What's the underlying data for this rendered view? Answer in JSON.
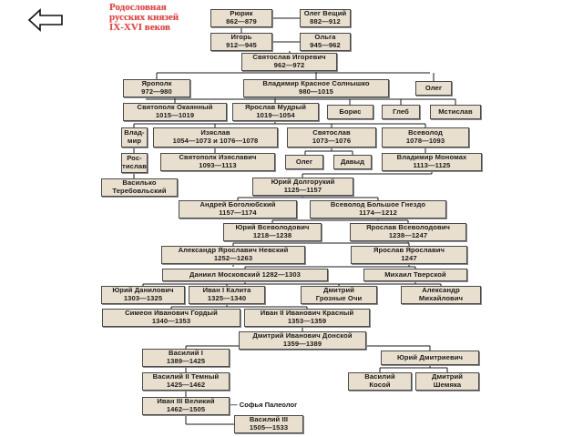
{
  "title": {
    "lines": [
      "Родословная",
      "русских князей",
      "IX-XVI веков"
    ]
  },
  "icons": {
    "back": "left-arrow-icon"
  },
  "colors": {
    "title": "#d94848",
    "box": "#e9dfcf",
    "border": "#4a4a4a"
  },
  "nodes": [
    {
      "id": "ryurik",
      "lines": [
        "Рюрик",
        "862—879"
      ]
    },
    {
      "id": "oleg-veshchiy",
      "lines": [
        "Олег Вещий",
        "882—912"
      ]
    },
    {
      "id": "igor",
      "lines": [
        "Игорь",
        "912—945"
      ]
    },
    {
      "id": "olga",
      "lines": [
        "Ольга",
        "945—962"
      ]
    },
    {
      "id": "svyatoslav-igorevich",
      "lines": [
        "Святослав Игоревич",
        "962—972"
      ]
    },
    {
      "id": "yaropolk",
      "lines": [
        "Ярополк",
        "972—980"
      ]
    },
    {
      "id": "vladimir-krasnoe-solnyshko",
      "lines": [
        "Владимир Красное Солнышко",
        "980—1015"
      ]
    },
    {
      "id": "oleg-svyatoslavich",
      "lines": [
        "Олег"
      ]
    },
    {
      "id": "svyatopolk-okayanny",
      "lines": [
        "Святополк Окаянный",
        "1015—1019"
      ]
    },
    {
      "id": "yaroslav-mudry",
      "lines": [
        "Ярослав Мудрый",
        "1019—1054"
      ]
    },
    {
      "id": "boris",
      "lines": [
        "Борис"
      ]
    },
    {
      "id": "gleb",
      "lines": [
        "Глеб"
      ]
    },
    {
      "id": "mstislav",
      "lines": [
        "Мстислав"
      ]
    },
    {
      "id": "vladimir-yaroslavich",
      "lines": [
        "Влад-",
        "мир"
      ]
    },
    {
      "id": "izyaslav",
      "lines": [
        "Изяслав",
        "1054—1073 и 1076—1078"
      ]
    },
    {
      "id": "svyatoslav-yaroslavich",
      "lines": [
        "Святослав",
        "1073—1076"
      ]
    },
    {
      "id": "vsevolod",
      "lines": [
        "Всеволод",
        "1078—1093"
      ]
    },
    {
      "id": "rostislav",
      "lines": [
        "Рос-",
        "тислав"
      ]
    },
    {
      "id": "svyatopolk-izyaslavich",
      "lines": [
        "Святополк Изяславич",
        "1093—1113"
      ]
    },
    {
      "id": "oleg-svyatoslavich-2",
      "lines": [
        "Олег"
      ]
    },
    {
      "id": "david",
      "lines": [
        "Давыд"
      ]
    },
    {
      "id": "vladimir-monomakh",
      "lines": [
        "Владимир Мономах",
        "1113—1125"
      ]
    },
    {
      "id": "vasilko",
      "lines": [
        "Василько",
        "Теребовльский"
      ]
    },
    {
      "id": "yury-dolgoruky",
      "lines": [
        "Юрий Долгорукий",
        "1125—1157"
      ]
    },
    {
      "id": "andrey-bogolyubsky",
      "lines": [
        "Андрей Боголюбский",
        "1157—1174"
      ]
    },
    {
      "id": "vsevolod-bolshoe-gnezdo",
      "lines": [
        "Всеволод Большое Гнездо",
        "1174—1212"
      ]
    },
    {
      "id": "yury-vsevolodovich",
      "lines": [
        "Юрий Всеволодович",
        "1218—1238"
      ]
    },
    {
      "id": "yaroslav-vsevolodovich",
      "lines": [
        "Ярослав Всеволодович",
        "1238—1247"
      ]
    },
    {
      "id": "aleksandr-nevsky",
      "lines": [
        "Александр Ярославич Невский",
        "1252—1263"
      ]
    },
    {
      "id": "yaroslav-yaroslavich",
      "lines": [
        "Ярослав Ярославич",
        "1247"
      ]
    },
    {
      "id": "daniil-moskovsky",
      "lines": [
        "Даниил Московский 1282—1303"
      ]
    },
    {
      "id": "mikhail-tverskoy",
      "lines": [
        "Михаил Тверской"
      ]
    },
    {
      "id": "yury-danilovich",
      "lines": [
        "Юрий Данилович",
        "1303—1325"
      ]
    },
    {
      "id": "ivan-kalita",
      "lines": [
        "Иван I Калита",
        "1325—1340"
      ]
    },
    {
      "id": "dmitry-groznye-ochi",
      "lines": [
        "Дмитрий",
        "Грозные Очи"
      ]
    },
    {
      "id": "aleksandr-mikhaylovich",
      "lines": [
        "Александр",
        "Михайлович"
      ]
    },
    {
      "id": "simeon-gordy",
      "lines": [
        "Симеон Иванович Гордый",
        "1340—1353"
      ]
    },
    {
      "id": "ivan-krasny",
      "lines": [
        "Иван II Иванович Красный",
        "1353—1359"
      ]
    },
    {
      "id": "dmitry-donskoy",
      "lines": [
        "Дмитрий Иванович Донской",
        "1359—1389"
      ]
    },
    {
      "id": "vasily-i",
      "lines": [
        "Василий I",
        "1389—1425"
      ]
    },
    {
      "id": "yury-dmitrievich",
      "lines": [
        "Юрий Дмитриевич"
      ]
    },
    {
      "id": "vasily-ii-temny",
      "lines": [
        "Василий II Темный",
        "1425—1462"
      ]
    },
    {
      "id": "vasily-kosoy",
      "lines": [
        "Василий",
        "Косой"
      ]
    },
    {
      "id": "dmitry-shemyaka",
      "lines": [
        "Дмитрий",
        "Шемяка"
      ]
    },
    {
      "id": "ivan-iii",
      "lines": [
        "Иван III Великий",
        "1462—1505"
      ]
    },
    {
      "id": "vasily-iii",
      "lines": [
        "Василий III",
        "1505—1533"
      ]
    }
  ],
  "labels": [
    {
      "id": "sofya-paleolog",
      "text": "— Софья Палеолог"
    }
  ]
}
